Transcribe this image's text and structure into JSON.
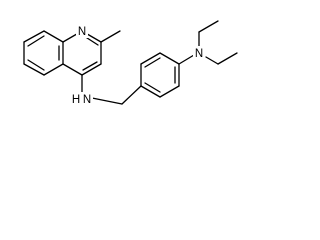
{
  "molecule": {
    "atom_labels": {
      "quinoline_n": "N",
      "amine_n": "N",
      "amine_h": "H",
      "diethylamino_n": "N"
    }
  }
}
